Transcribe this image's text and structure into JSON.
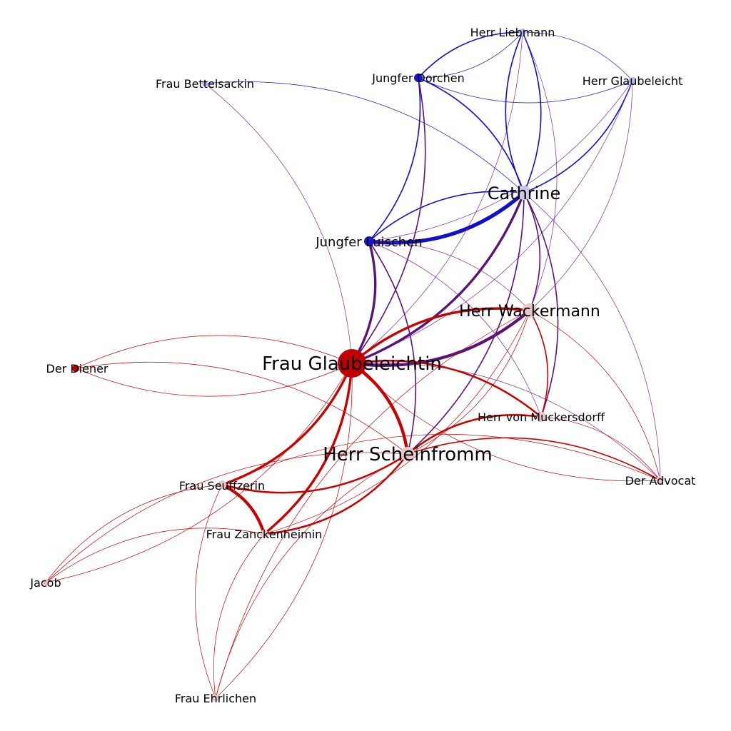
{
  "network": {
    "colors": {
      "blue": "#1010c8",
      "red": "#c80000",
      "purple": "#5a1478",
      "violet": "#7a2aa0",
      "node_red": "#c00000",
      "node_pink": "#e8c8c8",
      "node_lavender": "#c8c8e6",
      "node_blue": "#1818d0",
      "node_light_blue": "#b0b8f0"
    },
    "nodes": [
      {
        "id": "liebmann",
        "label": "Herr Liebmann"
      },
      {
        "id": "dorchen",
        "label": "Jungfer Dorchen"
      },
      {
        "id": "bettelsackin",
        "label": "Frau Bettelsackin"
      },
      {
        "id": "glaubeleicht",
        "label": "Herr Glaubeleicht"
      },
      {
        "id": "cathrine",
        "label": "Cathrine"
      },
      {
        "id": "luischen",
        "label": "Jungfer Luischen"
      },
      {
        "id": "wackermann",
        "label": "Herr Wackermann"
      },
      {
        "id": "diener",
        "label": "Der Diener"
      },
      {
        "id": "glaubeleichtin",
        "label": "Frau Glaubeleichtin"
      },
      {
        "id": "muckersdorff",
        "label": "Herr von Muckersdorff"
      },
      {
        "id": "scheinfromm",
        "label": "Herr Scheinfromm"
      },
      {
        "id": "advocat",
        "label": "Der Advocat"
      },
      {
        "id": "seuffzerin",
        "label": "Frau Seuffzerin"
      },
      {
        "id": "zanckenheimin",
        "label": "Frau Zanckenheimin"
      },
      {
        "id": "jacob",
        "label": "Jacob"
      },
      {
        "id": "ehrlichen",
        "label": "Frau Ehrlichen"
      }
    ],
    "edges": [
      {
        "source": "cathrine",
        "target": "luischen",
        "weight": 6,
        "color": "blue"
      },
      {
        "source": "luischen",
        "target": "cathrine",
        "weight": 2,
        "color": "blue"
      },
      {
        "source": "liebmann",
        "target": "cathrine",
        "weight": 2,
        "color": "blue"
      },
      {
        "source": "cathrine",
        "target": "liebmann",
        "weight": 2,
        "color": "blue"
      },
      {
        "source": "dorchen",
        "target": "liebmann",
        "weight": 2,
        "color": "blue"
      },
      {
        "source": "liebmann",
        "target": "dorchen",
        "weight": 1,
        "color": "blue"
      },
      {
        "source": "dorchen",
        "target": "luischen",
        "weight": 2,
        "color": "blue"
      },
      {
        "source": "dorchen",
        "target": "cathrine",
        "weight": 2,
        "color": "blue"
      },
      {
        "source": "glaubeleicht",
        "target": "cathrine",
        "weight": 2,
        "color": "blue"
      },
      {
        "source": "liebmann",
        "target": "glaubeleicht",
        "weight": 1,
        "color": "blue"
      },
      {
        "source": "glaubeleicht",
        "target": "dorchen",
        "weight": 1,
        "color": "blue"
      },
      {
        "source": "bettelsackin",
        "target": "cathrine",
        "weight": 1,
        "color": "blue"
      },
      {
        "source": "glaubeleicht",
        "target": "luischen",
        "weight": 1,
        "color": "violet"
      },
      {
        "source": "glaubeleicht",
        "target": "glaubeleichtin",
        "weight": 1,
        "color": "violet"
      },
      {
        "source": "bettelsackin",
        "target": "glaubeleichtin",
        "weight": 1,
        "color": "violet"
      },
      {
        "source": "liebmann",
        "target": "glaubeleichtin",
        "weight": 1,
        "color": "violet"
      },
      {
        "source": "liebmann",
        "target": "wackermann",
        "weight": 1,
        "color": "violet"
      },
      {
        "source": "dorchen",
        "target": "glaubeleichtin",
        "weight": 2,
        "color": "purple"
      },
      {
        "source": "cathrine",
        "target": "glaubeleichtin",
        "weight": 4,
        "color": "purple"
      },
      {
        "source": "wackermann",
        "target": "glaubeleichtin",
        "weight": 5,
        "color": "purple"
      },
      {
        "source": "luischen",
        "target": "glaubeleichtin",
        "weight": 4,
        "color": "purple"
      },
      {
        "source": "luischen",
        "target": "scheinfromm",
        "weight": 2,
        "color": "purple"
      },
      {
        "source": "cathrine",
        "target": "scheinfromm",
        "weight": 2,
        "color": "purple"
      },
      {
        "source": "cathrine",
        "target": "muckersdorff",
        "weight": 2,
        "color": "purple"
      },
      {
        "source": "cathrine",
        "target": "wackermann",
        "weight": 2,
        "color": "purple"
      },
      {
        "source": "cathrine",
        "target": "advocat",
        "weight": 1,
        "color": "violet"
      },
      {
        "source": "glaubeleicht",
        "target": "wackermann",
        "weight": 1,
        "color": "violet"
      },
      {
        "source": "luischen",
        "target": "wackermann",
        "weight": 1,
        "color": "violet"
      },
      {
        "source": "luischen",
        "target": "muckersdorff",
        "weight": 1,
        "color": "violet"
      },
      {
        "source": "glaubeleichtin",
        "target": "advocat",
        "weight": 1,
        "color": "violet"
      },
      {
        "source": "glaubeleichtin",
        "target": "wackermann",
        "weight": 4,
        "color": "red"
      },
      {
        "source": "glaubeleichtin",
        "target": "scheinfromm",
        "weight": 5,
        "color": "red"
      },
      {
        "source": "glaubeleichtin",
        "target": "seuffzerin",
        "weight": 4,
        "color": "red"
      },
      {
        "source": "glaubeleichtin",
        "target": "zanckenheimin",
        "weight": 4,
        "color": "red"
      },
      {
        "source": "glaubeleichtin",
        "target": "muckersdorff",
        "weight": 3,
        "color": "red"
      },
      {
        "source": "glaubeleichtin",
        "target": "diener",
        "weight": 1,
        "color": "red"
      },
      {
        "source": "diener",
        "target": "glaubeleichtin",
        "weight": 1,
        "color": "red"
      },
      {
        "source": "glaubeleichtin",
        "target": "jacob",
        "weight": 1,
        "color": "red"
      },
      {
        "source": "glaubeleichtin",
        "target": "ehrlichen",
        "weight": 1,
        "color": "red"
      },
      {
        "source": "seuffzerin",
        "target": "zanckenheimin",
        "weight": 5,
        "color": "red"
      },
      {
        "source": "scheinfromm",
        "target": "seuffzerin",
        "weight": 3,
        "color": "red"
      },
      {
        "source": "scheinfromm",
        "target": "zanckenheimin",
        "weight": 3,
        "color": "red"
      },
      {
        "source": "scheinfromm",
        "target": "muckersdorff",
        "weight": 3,
        "color": "red"
      },
      {
        "source": "scheinfromm",
        "target": "advocat",
        "weight": 2,
        "color": "red"
      },
      {
        "source": "wackermann",
        "target": "scheinfromm",
        "weight": 1,
        "color": "red"
      },
      {
        "source": "wackermann",
        "target": "muckersdorff",
        "weight": 2,
        "color": "red"
      },
      {
        "source": "wackermann",
        "target": "advocat",
        "weight": 1,
        "color": "red"
      },
      {
        "source": "wackermann",
        "target": "zanckenheimin",
        "weight": 1,
        "color": "red"
      },
      {
        "source": "muckersdorff",
        "target": "advocat",
        "weight": 1,
        "color": "red"
      },
      {
        "source": "advocat",
        "target": "glaubeleichtin",
        "weight": 1,
        "color": "red"
      },
      {
        "source": "jacob",
        "target": "scheinfromm",
        "weight": 1,
        "color": "red"
      },
      {
        "source": "jacob",
        "target": "seuffzerin",
        "weight": 1,
        "color": "red"
      },
      {
        "source": "jacob",
        "target": "zanckenheimin",
        "weight": 1,
        "color": "red"
      },
      {
        "source": "ehrlichen",
        "target": "seuffzerin",
        "weight": 1,
        "color": "red"
      },
      {
        "source": "ehrlichen",
        "target": "zanckenheimin",
        "weight": 1,
        "color": "red"
      },
      {
        "source": "ehrlichen",
        "target": "scheinfromm",
        "weight": 1,
        "color": "red"
      },
      {
        "source": "ehrlichen",
        "target": "wackermann",
        "weight": 1,
        "color": "red"
      },
      {
        "source": "diener",
        "target": "scheinfromm",
        "weight": 1,
        "color": "red"
      },
      {
        "source": "seuffzerin",
        "target": "advocat",
        "weight": 1,
        "color": "red"
      }
    ]
  }
}
